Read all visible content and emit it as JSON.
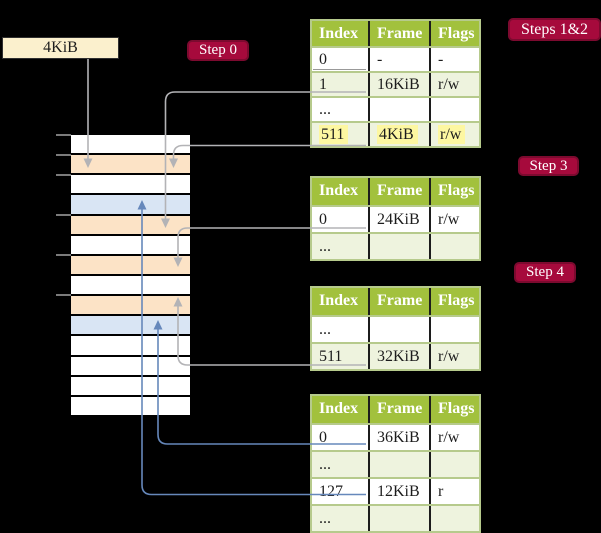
{
  "colors": {
    "canvas": "#000000",
    "cream": "#fbf0cd",
    "peach": "#fce3c6",
    "blue_row": "#d9e5f4",
    "white_row": "#ffffff",
    "sage": "#b6ca8c",
    "header_green": "#a2c13d",
    "light_green": "#eef3de",
    "yellow_highlight": "#fdf7a1",
    "badge_red": "#a60a3c",
    "badge_border": "#7c0a2f",
    "line_gray": "#b3b3b6",
    "line_blue": "#6688bb",
    "tick_gray": "#7b7b7b",
    "text_dark": "#1c1c1c"
  },
  "page_size_box": {
    "label": "4KiB"
  },
  "badges": {
    "step0": "Step 0",
    "steps12": "Steps 1&2",
    "step3": "Step 3",
    "step4": "Step 4"
  },
  "memory_stack": {
    "rows": [
      {
        "color": "white"
      },
      {
        "color": "peach"
      },
      {
        "color": "white"
      },
      {
        "color": "blue"
      },
      {
        "color": "peach"
      },
      {
        "color": "white"
      },
      {
        "color": "peach"
      },
      {
        "color": "white"
      },
      {
        "color": "peach"
      },
      {
        "color": "blue"
      },
      {
        "color": "white"
      },
      {
        "color": "white"
      },
      {
        "color": "white"
      },
      {
        "color": "white"
      }
    ]
  },
  "tables": [
    {
      "headers": [
        "Index",
        "Frame",
        "Flags"
      ],
      "rows": [
        {
          "index": "0",
          "frame": "-",
          "flags": "-",
          "shade": false,
          "highlight": false,
          "underline": true
        },
        {
          "index": "1",
          "frame": "16KiB",
          "flags": "r/w",
          "shade": true,
          "highlight": false,
          "underline": false
        },
        {
          "index": "...",
          "frame": "",
          "flags": "",
          "shade": false,
          "highlight": false,
          "underline": false
        },
        {
          "index": "511",
          "frame": "4KiB",
          "flags": "r/w",
          "shade": true,
          "highlight": true,
          "underline": false
        }
      ]
    },
    {
      "headers": [
        "Index",
        "Frame",
        "Flags"
      ],
      "rows": [
        {
          "index": "0",
          "frame": "24KiB",
          "flags": "r/w",
          "shade": false,
          "highlight": false,
          "underline": false
        },
        {
          "index": "...",
          "frame": "",
          "flags": "",
          "shade": true,
          "highlight": false,
          "underline": false
        }
      ]
    },
    {
      "headers": [
        "Index",
        "Frame",
        "Flags"
      ],
      "rows": [
        {
          "index": "...",
          "frame": "",
          "flags": "",
          "shade": false,
          "highlight": false,
          "underline": false
        },
        {
          "index": "511",
          "frame": "32KiB",
          "flags": "r/w",
          "shade": true,
          "highlight": false,
          "underline": false
        }
      ]
    },
    {
      "headers": [
        "Index",
        "Frame",
        "Flags"
      ],
      "rows": [
        {
          "index": "0",
          "frame": "36KiB",
          "flags": "r/w",
          "shade": false,
          "highlight": false,
          "underline": false
        },
        {
          "index": "...",
          "frame": "",
          "flags": "",
          "shade": true,
          "highlight": false,
          "underline": false
        },
        {
          "index": "127",
          "frame": "12KiB",
          "flags": "r",
          "shade": false,
          "highlight": false,
          "underline": false
        },
        {
          "index": "...",
          "frame": "",
          "flags": "",
          "shade": true,
          "highlight": false,
          "underline": false
        }
      ]
    }
  ]
}
